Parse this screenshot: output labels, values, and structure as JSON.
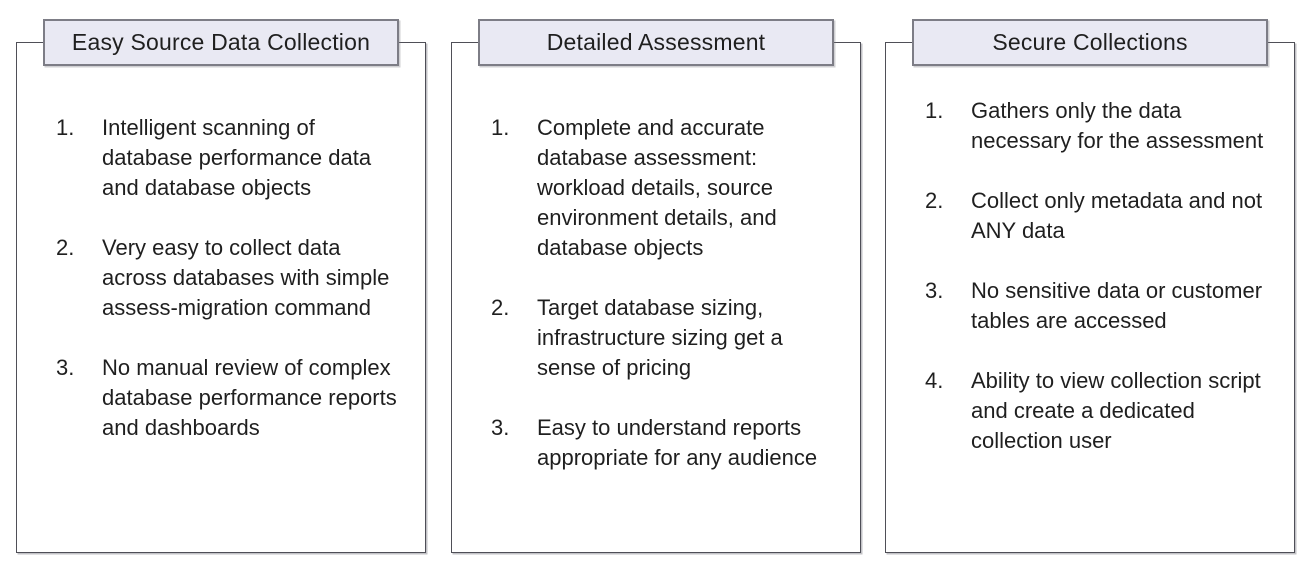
{
  "colors": {
    "background": "#FFFFFF",
    "panel_border": "#4F4F57",
    "header_fill": "#E9E9F3",
    "header_border": "#7D7D86",
    "text": "#1F1F1F"
  },
  "panels": [
    {
      "title": "Easy Source Data Collection",
      "items": [
        "Intelligent scanning of database performance data and database objects",
        "Very easy to collect data across databases with simple assess-migration command",
        "No manual review of complex database performance reports and dashboards"
      ]
    },
    {
      "title": "Detailed Assessment",
      "items": [
        "Complete and accurate database assessment: workload details, source environment details, and database objects",
        "Target database sizing, infrastructure sizing get a sense of pricing",
        "Easy to understand reports appropriate for any audience"
      ]
    },
    {
      "title": "Secure Collections",
      "items": [
        "Gathers only the data necessary for the assessment",
        "Collect only metadata and not ANY data",
        "No sensitive data or customer tables are accessed",
        "Ability to view collection script and create a dedicated collection user"
      ]
    }
  ]
}
